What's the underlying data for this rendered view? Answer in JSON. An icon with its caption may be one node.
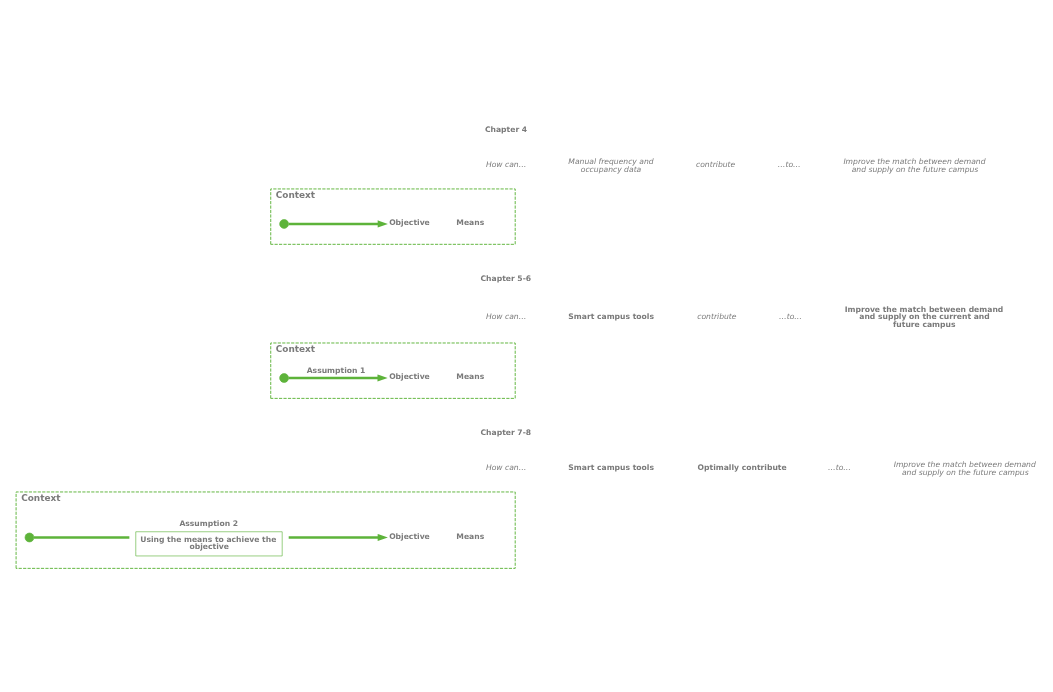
{
  "diagram": {
    "nodes": [
      {
        "text": [
          "Context"
        ]
      },
      {
        "text": [
          "Means"
        ],
        "in": 0
      },
      {
        "text": [],
        "shape": "circle",
        "in": 0
      },
      {
        "text": [
          "Objective"
        ],
        "in": 0
      },
      {
        "text": [
          "Context"
        ]
      },
      {
        "text": [
          "Means"
        ],
        "in": 4
      },
      {
        "text": [],
        "shape": "circle",
        "in": 4
      },
      {
        "text": [
          "Objective"
        ],
        "in": 4
      },
      {
        "text": [
          "Context"
        ]
      },
      {
        "text": [
          "Means"
        ],
        "in": 8
      },
      {
        "text": [],
        "shape": "circle",
        "in": 8
      },
      {
        "text": [
          "Assumption 2",
          "Using the means to achieve the objective"
        ],
        "in": 8
      },
      {
        "text": [
          "Objective"
        ],
        "in": 8
      }
    ],
    "edges": [
      {
        "from": 2,
        "to": 3,
        "arrow": "to"
      },
      {
        "from": 6,
        "to": 7,
        "arrow": "to",
        "label": "Assumption 1"
      },
      {
        "from": 10,
        "to": 11,
        "arrow": "none"
      },
      {
        "from": 11,
        "to": 12,
        "arrow": "to"
      }
    ],
    "labels": [
      "Chapter 4",
      "How can…",
      "Manual frequency and occupancy data",
      "contribute",
      "…to…",
      "Improve the match between demand and supply on the future campus",
      "Chapter 5-6",
      "How can…",
      "Smart campus tools",
      "contribute",
      "…to…",
      "Improve the match between demand and supply on the current and future campus",
      "Chapter 7-8",
      "How can…",
      "Smart campus tools",
      "Optimally contribute",
      "…to…",
      "Improve the match between demand and supply on the future campus"
    ]
  }
}
